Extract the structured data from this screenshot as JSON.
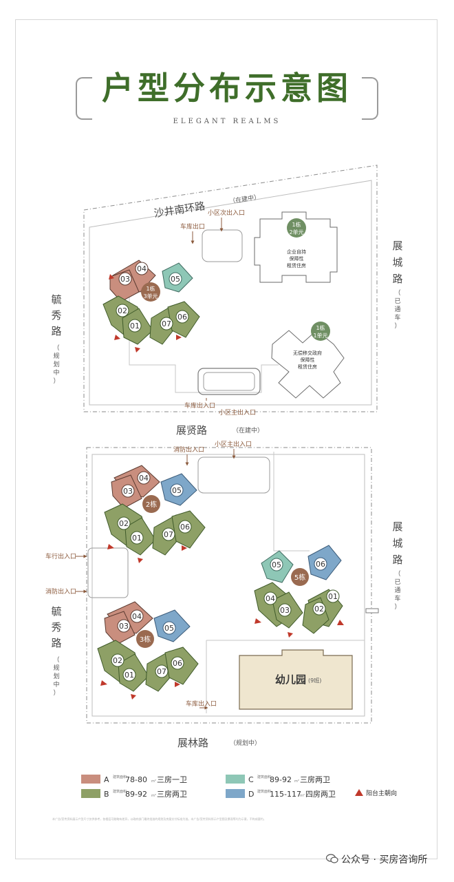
{
  "header": {
    "title": "户型分布示意图",
    "subtitle": "ELEGANT REALMS"
  },
  "roads": {
    "north": "沙井南环路",
    "north_status": "（在建中）",
    "middle": "展贤路",
    "middle_status": "（在建中）",
    "south": "展林路",
    "south_status": "（规划中）",
    "east_name": [
      "展",
      "城",
      "路"
    ],
    "east_status": [
      "（",
      "已",
      "通",
      "车",
      "）"
    ],
    "west_name": [
      "毓",
      "秀",
      "路"
    ],
    "west_status": [
      "（",
      "规",
      "划",
      "中",
      "）"
    ]
  },
  "gates": {
    "north_sub_entrance": "小区次出入口",
    "garage_exit_1": "车库出口",
    "garage_entrance_1": "车库出入口",
    "main_entrance_1": "小区主出入口",
    "fire_entrance_1": "消防出入口",
    "main_entrance_2": "小区主出入口",
    "vehicle_entrance": "车行出入口",
    "fire_entrance_2": "消防出入口",
    "garage_entrance_2": "车库出入口"
  },
  "buildings": {
    "b1u3": [
      "1栋",
      "3单元"
    ],
    "b1u2": [
      "1栋",
      "2单元"
    ],
    "b1u1": [
      "1栋",
      "1单元"
    ],
    "b2": "2栋",
    "b3": "3栋",
    "b5": "5栋",
    "rental_self": [
      "企业自持",
      "保障性",
      "租赁住房"
    ],
    "rental_free": [
      "无偿移交政府",
      "保障性",
      "租赁住房"
    ],
    "kindergarten": "幼儿园",
    "kindergarten_classes": "(9班)"
  },
  "units": [
    "01",
    "02",
    "03",
    "04",
    "05",
    "06",
    "07"
  ],
  "legend": {
    "items": [
      {
        "letter": "A",
        "label": "建筑面积",
        "area": "78-80",
        "unit": "m²",
        "type": "三房一卫",
        "color": "#c98e7e"
      },
      {
        "letter": "B",
        "label": "建筑面积",
        "area": "89-92",
        "unit": "m²",
        "type": "三房两卫",
        "color": "#8ea066"
      },
      {
        "letter": "C",
        "label": "建筑面积",
        "area": "89-92",
        "unit": "m²",
        "type": "三房两卫",
        "color": "#8ec7b6"
      },
      {
        "letter": "D",
        "label": "建筑面积",
        "area": "115-117",
        "unit": "m²",
        "type": "四房两卫",
        "color": "#7ea7c9"
      }
    ],
    "balcony": "阳台主朝向"
  },
  "colors": {
    "A": "#c98e7e",
    "B": "#8ea066",
    "C": "#8ec7b6",
    "D": "#7ea7c9",
    "tower": "#9a6a50",
    "tower_green": "#6f8f63",
    "arrow": "#c0392b",
    "kindergarten": "#efe6cf"
  },
  "disclaimer": "本广告/宣传资料展示户型尺寸仅供参考，各楼层可能略有差异，以政府部门最终批准的规划及房屋交付标准为准。本广告/宣传资料所示户型图及景观等均为示意，不构成要约。",
  "watermark": "公众号 · 买房咨询所"
}
